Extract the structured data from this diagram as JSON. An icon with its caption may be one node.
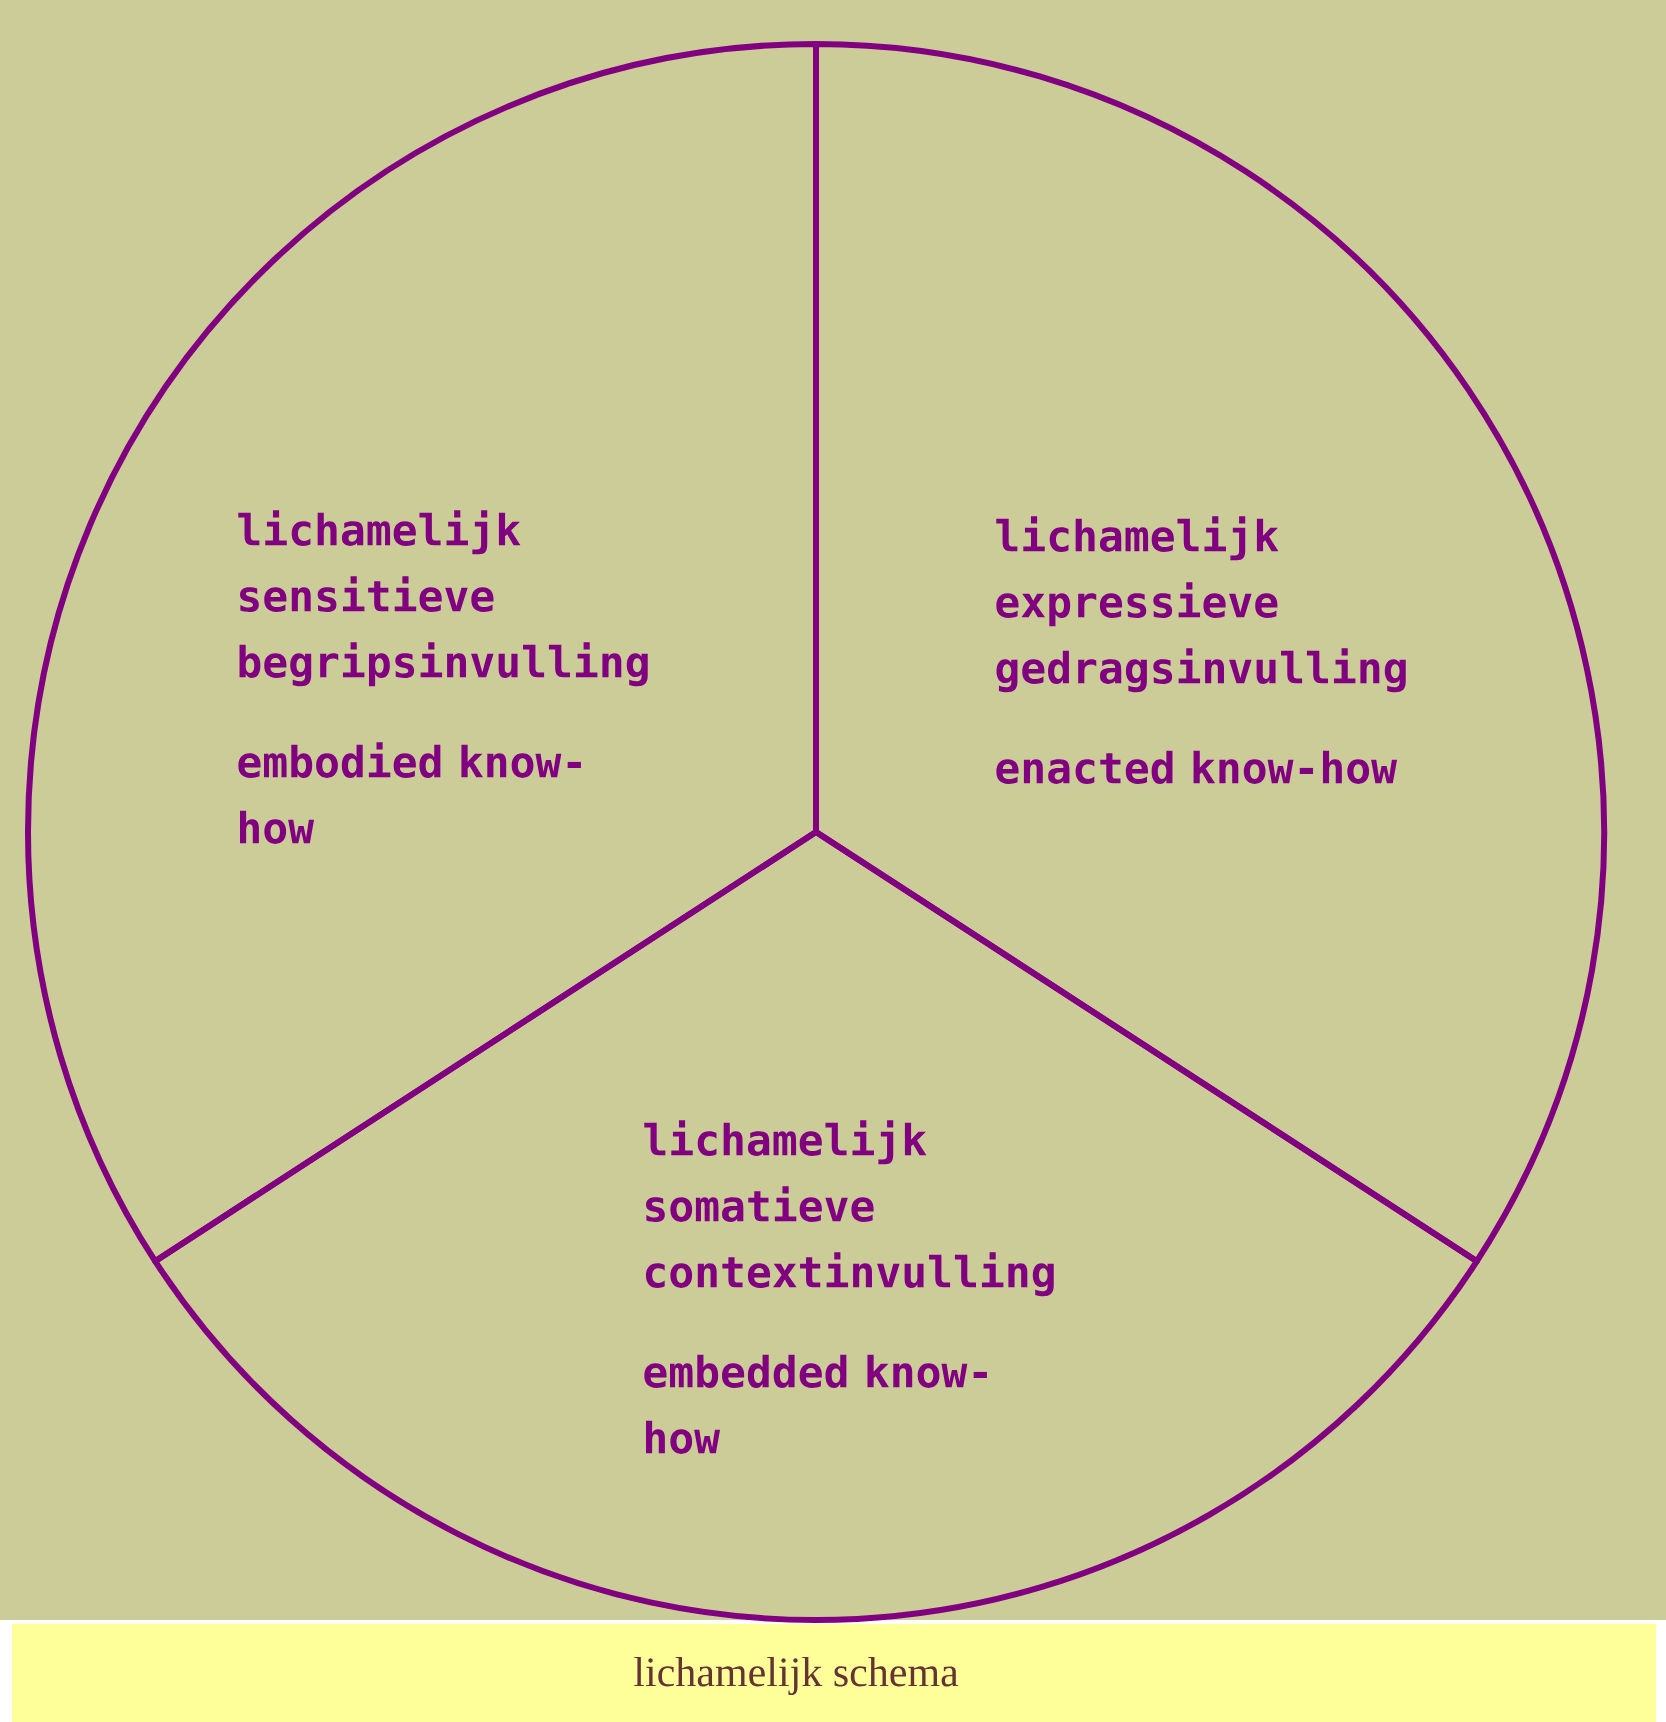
{
  "diagram": {
    "caption": "lichamelijk schema",
    "nodes": [
      {
        "text": [],
        "shape": "circle"
      },
      {
        "text": [
          "lichamelijk sensitieve begripsinvulling",
          "embodied know-how"
        ],
        "in": 0
      },
      {
        "text": [
          "lichamelijk expressieve gedragsinvulling",
          "enacted know-how"
        ],
        "in": 0
      },
      {
        "text": [
          "lichamelijk somatieve contextinvulling",
          "embedded know-how"
        ],
        "in": 0
      }
    ]
  }
}
